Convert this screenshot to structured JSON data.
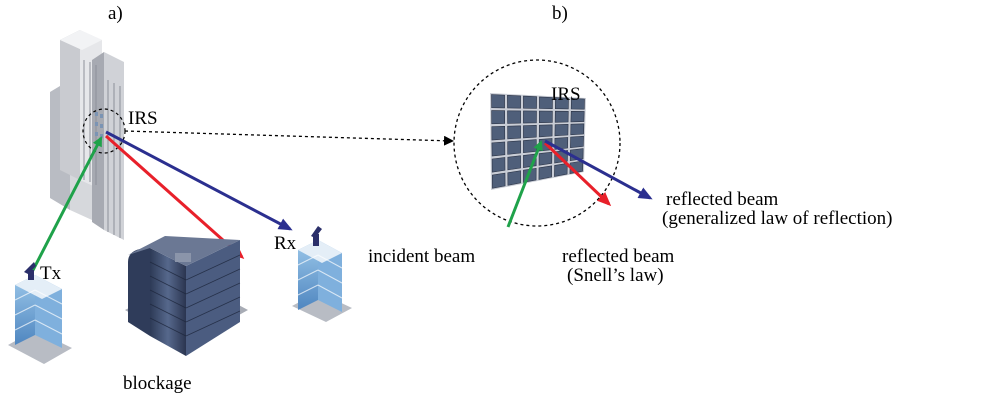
{
  "panel_a": {
    "label": "a)",
    "irs_label": "IRS",
    "tx_label": "Tx",
    "rx_label": "Rx",
    "blockage_label": "blockage"
  },
  "panel_b": {
    "label": "b)",
    "irs_label": "IRS",
    "incident_label": "incident beam",
    "reflected_general_line1": "reflected beam",
    "reflected_general_line2": "(generalized law of reflection)",
    "reflected_snell_line1": "reflected beam",
    "reflected_snell_line2": "(Snell’s law)"
  },
  "colors": {
    "incident_beam": "#1fa24a",
    "snell_reflection": "#e8202a",
    "generalized_reflection": "#2b2f8f",
    "building_light": "#cfd1d6",
    "building_dark": "#8a8d95",
    "glass_blue": "#6fa7d6",
    "blockage_body": "#3c4c6c",
    "irs_tile": "#4f5f7a"
  }
}
